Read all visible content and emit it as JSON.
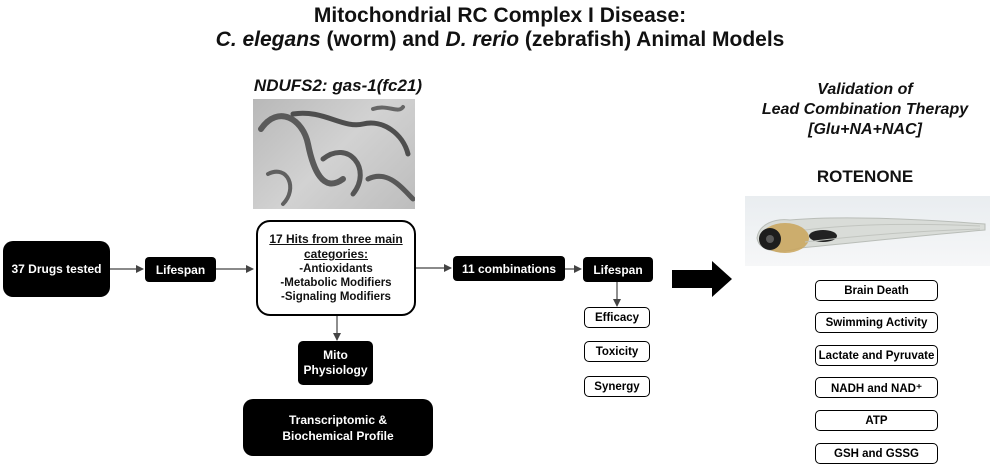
{
  "title": {
    "line1": "Mitochondrial RC Complex I Disease:",
    "line2_species1": "C. elegans",
    "line2_common1": " (worm) and ",
    "line2_species2": "D. rerio",
    "line2_common2": " (zebrafish) Animal Models"
  },
  "worm_model": {
    "label": "NDUFS2: gas-1(fc21)",
    "photo": "worm-micrograph"
  },
  "flow": {
    "drugs_tested": "37 Drugs tested",
    "lifespan_1": "Lifespan",
    "hits_heading_1": "17 Hits from three main",
    "hits_heading_2": "categories:",
    "hits_categories": [
      "-Antioxidants",
      "-Metabolic Modifiers",
      "-Signaling Modifiers"
    ],
    "mito_physiology": "Mito Physiology",
    "profile": "Transcriptomic & Biochemical Profile",
    "combinations": "11 combinations",
    "lifespan_2": "Lifespan",
    "outcomes": [
      "Efficacy",
      "Toxicity",
      "Synergy"
    ]
  },
  "validation": {
    "line1": "Validation of",
    "line2": "Lead Combination Therapy",
    "line3": "[Glu+NA+NAC]",
    "rotenone": "ROTENONE",
    "photo": "zebrafish-larva",
    "assays": [
      "Brain Death",
      "Swimming Activity",
      "Lactate and Pyruvate",
      "NADH and NAD⁺",
      "ATP",
      "GSH and GSSG"
    ]
  }
}
